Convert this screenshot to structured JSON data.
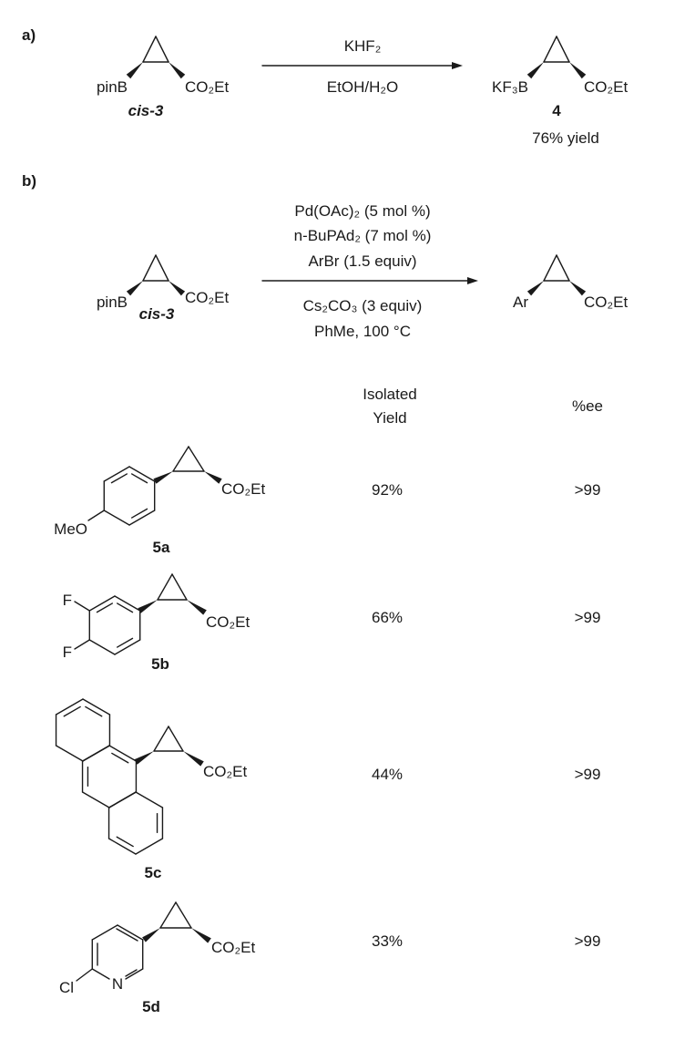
{
  "part_a": {
    "label": "a)",
    "reactant": {
      "left_group": "pinB",
      "right_group": "CO₂Et",
      "name": "cis-3"
    },
    "reagent_above": "KHF₂",
    "reagent_below": "EtOH/H₂O",
    "product": {
      "left_group": "KF₃B",
      "right_group": "CO₂Et",
      "number": "4",
      "yield": "76% yield"
    }
  },
  "part_b": {
    "label": "b)",
    "reactant": {
      "left_group": "pinB",
      "right_group": "CO₂Et",
      "name": "cis-3"
    },
    "conditions_above": [
      "Pd(OAc)₂ (5 mol %)",
      "n-BuPAd₂ (7 mol %)",
      "ArBr (1.5 equiv)"
    ],
    "conditions_below": [
      "Cs₂CO₃ (3 equiv)",
      "PhMe, 100 °C"
    ],
    "product": {
      "left_group": "Ar",
      "right_group": "CO₂Et"
    }
  },
  "table": {
    "headers": {
      "yield_line1": "Isolated",
      "yield_line2": "Yield",
      "ee": "%ee"
    },
    "rows": [
      {
        "compound": "5a",
        "substituent": "MeO",
        "ester": "CO₂Et",
        "yield": "92%",
        "ee": ">99"
      },
      {
        "compound": "5b",
        "substituents": [
          "F",
          "F"
        ],
        "ester": "CO₂Et",
        "yield": "66%",
        "ee": ">99"
      },
      {
        "compound": "5c",
        "ester": "CO₂Et",
        "yield": "44%",
        "ee": ">99"
      },
      {
        "compound": "5d",
        "substituents": [
          "Cl",
          "N"
        ],
        "ester": "CO₂Et",
        "yield": "33%",
        "ee": ">99"
      }
    ]
  }
}
